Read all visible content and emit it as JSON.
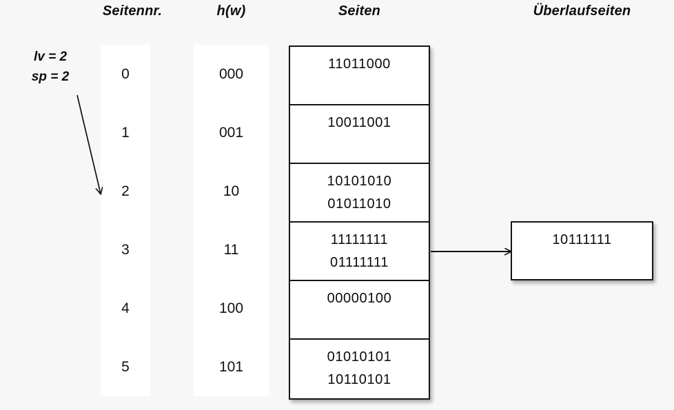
{
  "headers": {
    "seitennr": "Seitennr.",
    "hw": "h(w)",
    "seiten": "Seiten",
    "ueberlaufseiten": "Überlaufseiten"
  },
  "params": {
    "lv": "lv = 2",
    "sp": "sp = 2"
  },
  "page_numbers": [
    "0",
    "1",
    "2",
    "3",
    "4",
    "5"
  ],
  "hash_values": [
    "000",
    "001",
    "10",
    "11",
    "100",
    "101"
  ],
  "pages": [
    {
      "records": [
        "11011000"
      ]
    },
    {
      "records": [
        "10011001"
      ]
    },
    {
      "records": [
        "10101010",
        "01011010"
      ]
    },
    {
      "records": [
        "11111111",
        "01111111"
      ]
    },
    {
      "records": [
        "00000100"
      ]
    },
    {
      "records": [
        "01010101",
        "10110101"
      ]
    }
  ],
  "overflow_pages": [
    {
      "records": [
        "10111111"
      ],
      "from_page_index": 3
    }
  ],
  "colors": {
    "background": "#f7f7f7",
    "cell_background": "#ffffff",
    "border": "#141414",
    "text": "#0d0d0d"
  }
}
